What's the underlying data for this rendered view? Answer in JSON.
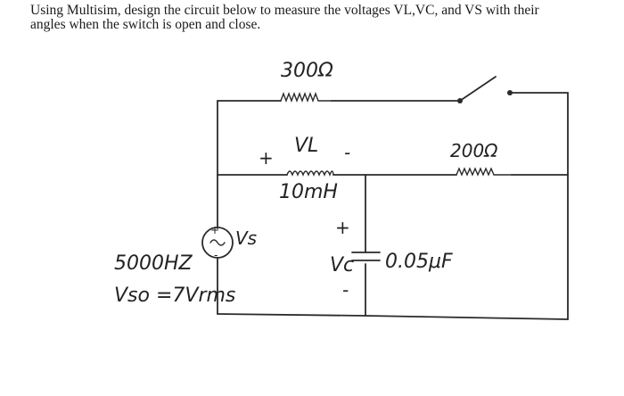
{
  "question": {
    "line1": "Using Multisim, design the circuit below to measure the voltages VL,VC, and VS with their",
    "line2": "angles when  the switch is open and close."
  },
  "labels": {
    "r1": "300Ω",
    "vl_plus": "+",
    "vl": "VL",
    "vl_minus": "-",
    "inductor": "10mH",
    "r2": "200Ω",
    "vc_plus": "+",
    "vc": "Vc",
    "vc_minus": "-",
    "capacitor": "0.05μF",
    "vs": "Vs",
    "freq": "5000HZ",
    "vso": "Vso =7Vrms"
  },
  "colors": {
    "ink": "#2a2a2a",
    "text": "#1a1a1a"
  }
}
